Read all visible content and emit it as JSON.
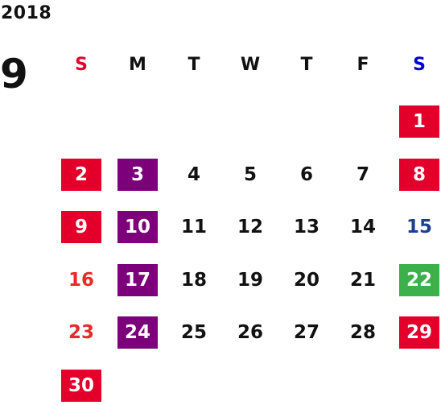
{
  "year": "2018",
  "month": "9",
  "colors": {
    "red": "#e2002b",
    "purple": "#7b007a",
    "green": "#3cb04b",
    "blue": "#1d3f91",
    "text": "#111111",
    "sunday_text": "#e82a2a",
    "saturday_text": "#1d3f91"
  },
  "weekdays": [
    {
      "label": "S",
      "color": "#e2002b"
    },
    {
      "label": "M",
      "color": "#111111"
    },
    {
      "label": "T",
      "color": "#111111"
    },
    {
      "label": "W",
      "color": "#111111"
    },
    {
      "label": "T",
      "color": "#111111"
    },
    {
      "label": "F",
      "color": "#111111"
    },
    {
      "label": "S",
      "color": "#0000dd"
    }
  ],
  "weeks": [
    [
      null,
      null,
      null,
      null,
      null,
      null,
      {
        "day": "1",
        "style": "red"
      }
    ],
    [
      {
        "day": "2",
        "style": "red"
      },
      {
        "day": "3",
        "style": "purple"
      },
      {
        "day": "4"
      },
      {
        "day": "5"
      },
      {
        "day": "6"
      },
      {
        "day": "7"
      },
      {
        "day": "8",
        "style": "red"
      }
    ],
    [
      {
        "day": "9",
        "style": "red"
      },
      {
        "day": "10",
        "style": "purple"
      },
      {
        "day": "11"
      },
      {
        "day": "12"
      },
      {
        "day": "13"
      },
      {
        "day": "14"
      },
      {
        "day": "15",
        "style": "blue-text"
      }
    ],
    [
      {
        "day": "16",
        "style": "red-text"
      },
      {
        "day": "17",
        "style": "purple"
      },
      {
        "day": "18"
      },
      {
        "day": "19"
      },
      {
        "day": "20"
      },
      {
        "day": "21"
      },
      {
        "day": "22",
        "style": "green"
      }
    ],
    [
      {
        "day": "23",
        "style": "red-text"
      },
      {
        "day": "24",
        "style": "purple"
      },
      {
        "day": "25"
      },
      {
        "day": "26"
      },
      {
        "day": "27"
      },
      {
        "day": "28"
      },
      {
        "day": "29",
        "style": "red"
      }
    ],
    [
      {
        "day": "30",
        "style": "red"
      },
      null,
      null,
      null,
      null,
      null,
      null
    ]
  ]
}
